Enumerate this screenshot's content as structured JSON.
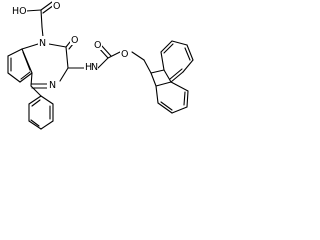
{
  "atoms": {
    "acid_hydroxyl": "HO",
    "acid_carbonyl_oxygen": "O",
    "ring_nitrogen_1": "N",
    "lactam_oxygen": "O",
    "ring_nitrogen_4": "N",
    "amide_nitrogen_h": "H",
    "amide_nitrogen": "N",
    "carbamate_carbonyl_oxygen": "O",
    "carbamate_ester_oxygen": "O"
  },
  "colors": {
    "bond": "#000000",
    "label": "#000000",
    "background": "#ffffff"
  }
}
